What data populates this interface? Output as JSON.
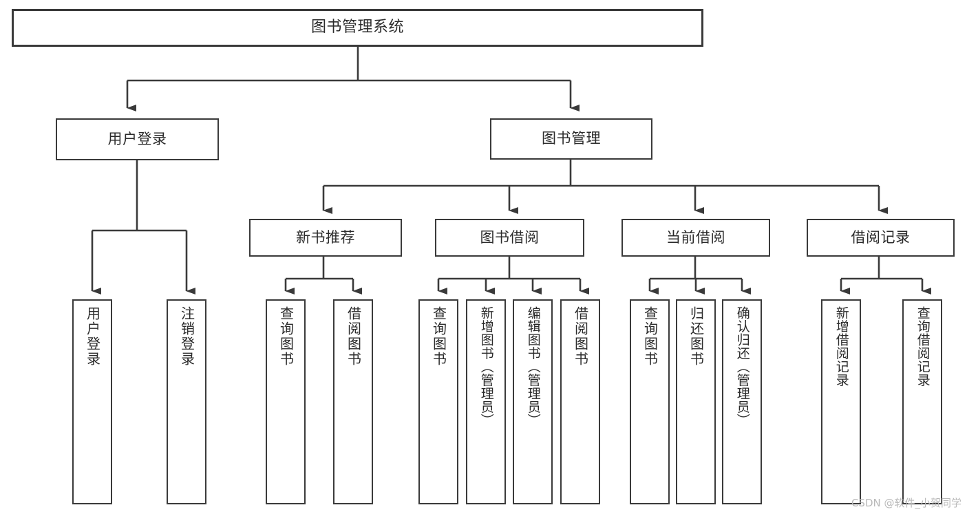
{
  "diagram": {
    "type": "tree-hierarchy",
    "title": "图书管理系统",
    "watermark": "CSDN @软件_小贺同学",
    "colors": {
      "box_border": "#3a3a3a",
      "box_fill": "#ffffff",
      "edge": "#3a3a3a",
      "text": "#2b2b2b",
      "watermark": "#b9b9b9",
      "background": "#ffffff"
    },
    "nodes": {
      "root": {
        "label": "图书管理系统"
      },
      "level1": [
        {
          "id": "user-login",
          "label": "用户登录"
        },
        {
          "id": "book-manage",
          "label": "图书管理"
        }
      ],
      "level2": [
        {
          "id": "new-book-recommend",
          "label": "新书推荐"
        },
        {
          "id": "book-borrow",
          "label": "图书借阅"
        },
        {
          "id": "current-borrow",
          "label": "当前借阅"
        },
        {
          "id": "borrow-record",
          "label": "借阅记录"
        }
      ],
      "leaves": {
        "user-login": [
          {
            "id": "leaf-user-login",
            "label": "用户登录"
          },
          {
            "id": "leaf-logout-login",
            "label": "注销登录"
          }
        ],
        "new-book-recommend": [
          {
            "id": "leaf-query-book-1",
            "label": "查询图书"
          },
          {
            "id": "leaf-borrow-book-1",
            "label": "借阅图书"
          }
        ],
        "book-borrow": [
          {
            "id": "leaf-query-book-2",
            "label": "查询图书"
          },
          {
            "id": "leaf-add-book",
            "label": "新增图书（管理员）"
          },
          {
            "id": "leaf-edit-book",
            "label": "编辑图书（管理员）"
          },
          {
            "id": "leaf-borrow-book-2",
            "label": "借阅图书"
          }
        ],
        "current-borrow": [
          {
            "id": "leaf-query-book-3",
            "label": "查询图书"
          },
          {
            "id": "leaf-return-book",
            "label": "归还图书"
          },
          {
            "id": "leaf-confirm-return",
            "label": "确认归还（管理员）"
          }
        ],
        "borrow-record": [
          {
            "id": "leaf-add-record",
            "label": "新增借阅记录"
          },
          {
            "id": "leaf-query-record",
            "label": "查询借阅记录"
          }
        ]
      }
    }
  }
}
